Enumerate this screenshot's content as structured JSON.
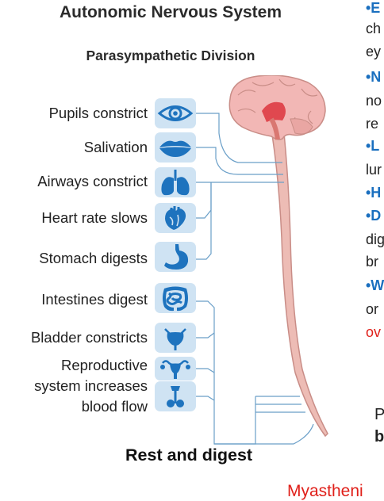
{
  "diagram": {
    "title": "Autonomic Nervous System",
    "subtitle": "Parasympathetic Division",
    "caption": "Rest and digest",
    "effects": [
      {
        "label": "Pupils constrict",
        "icon": "eye-icon"
      },
      {
        "label": "Salivation",
        "icon": "lips-icon"
      },
      {
        "label": "Airways constrict",
        "icon": "lungs-icon"
      },
      {
        "label": "Heart rate slows",
        "icon": "heart-icon"
      },
      {
        "label": "Stomach digests",
        "icon": "stomach-icon"
      },
      {
        "label": "Intestines digest",
        "icon": "intestines-icon"
      },
      {
        "label": "Bladder constricts",
        "icon": "bladder-icon"
      },
      {
        "label_lines": [
          "Reproductive",
          "system increases",
          "blood flow"
        ],
        "icon": "reproductive-organs-icon"
      }
    ],
    "colors": {
      "icon_bg": "#cfe3f3",
      "icon_fg": "#1e73be",
      "line": "#6a9fc8",
      "brain": "#f2b7b5",
      "cord": "#edbcb5"
    }
  },
  "side_text": {
    "lines": [
      {
        "text": "•E",
        "style": "blue"
      },
      {
        "text": "ch",
        "style": "normal"
      },
      {
        "text": "ey",
        "style": "normal"
      },
      {
        "text": "•N",
        "style": "blue"
      },
      {
        "text": "no",
        "style": "normal"
      },
      {
        "text": "re",
        "style": "normal"
      },
      {
        "text": "•L",
        "style": "blue"
      },
      {
        "text": "lur",
        "style": "normal"
      },
      {
        "text": "•H",
        "style": "blue"
      },
      {
        "text": "•D",
        "style": "blue"
      },
      {
        "text": "dig",
        "style": "normal"
      },
      {
        "text": "br",
        "style": "normal"
      },
      {
        "text": "•W",
        "style": "blue"
      },
      {
        "text": "or",
        "style": "normal"
      },
      {
        "text": "ov",
        "style": "red"
      }
    ],
    "p_fragment": "P",
    "b_fragment": "b",
    "bottom_fragment": "Myastheni"
  }
}
